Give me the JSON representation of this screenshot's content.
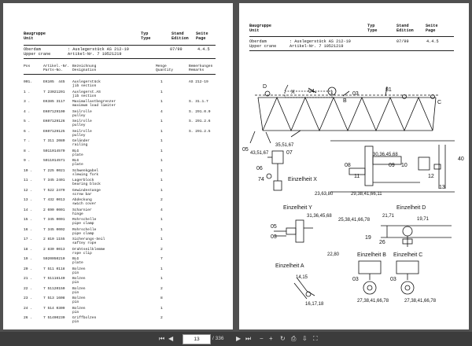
{
  "left_page": {
    "header": {
      "col1": "Baugruppe\nUnit",
      "col2": "Typ\nType",
      "col3": "Stand\nEdition",
      "col4": "Seite\nPage",
      "sub_left": "Oberdam\nUpper crane",
      "sub_mid": ": Auslegerstück AS 212-19\nArtikel-Nr. 7 10521219",
      "edition": "07/99",
      "page": "4.4.5"
    },
    "columns": {
      "pos": "Pos",
      "art": "Artikel.-Nr.\nParts-No.",
      "desig": "Bezeichnung\nDesignation",
      "qty": "Menge\nQuantity",
      "rem": "Bemerkungen\nRemarks"
    },
    "rows": [
      {
        "pos": "001.",
        "art": "EK105  445",
        "desig": "Auslegerstück\njib section",
        "qty": "1",
        "rem": "AS 212-19"
      },
      {
        "pos": "1 .",
        "art": "7 23021201",
        "desig": "Auslegerst.AS\njib section",
        "qty": "1",
        "rem": ""
      },
      {
        "pos": "3 .",
        "art": "EK385 3117",
        "desig": "Maximallastbegrenzer\nmaximum load limiter",
        "qty": "1",
        "rem": "S. 31.1.7"
      },
      {
        "pos": "4 .",
        "art": "EK07129100",
        "desig": "Seilrolle\npulley",
        "qty": "4",
        "rem": "S. 291.0.0"
      },
      {
        "pos": "5 .",
        "art": "EK07129126",
        "desig": "Seilrolle\npulley",
        "qty": "1",
        "rem": "S. 291.2.6"
      },
      {
        "pos": "6 .",
        "art": "EK07129125",
        "desig": "Seilrolle\npulley",
        "qty": "1",
        "rem": "S. 291.2.5"
      },
      {
        "pos": "7 .",
        "art": "7 311 2080",
        "desig": "Geländer\nrailing",
        "qty": "1",
        "rem": ""
      },
      {
        "pos": "8 .",
        "art": "5011014570",
        "desig": "BLG\nplate",
        "qty": "1",
        "rem": ""
      },
      {
        "pos": "9 .",
        "art": "5011014571",
        "desig": "BLG\nplate",
        "qty": "1",
        "rem": ""
      },
      {
        "pos": "10 .",
        "art": "7 225 0021",
        "desig": "Schwenkgabel\nslewing fork",
        "qty": "1",
        "rem": ""
      },
      {
        "pos": "11 .",
        "art": "7 345 2401",
        "desig": "Lagerblock\nbearing block",
        "qty": "1",
        "rem": ""
      },
      {
        "pos": "12 .",
        "art": "7 522 2479",
        "desig": "Gewindestange\nscrew bar",
        "qty": "1",
        "rem": ""
      },
      {
        "pos": "13 .",
        "art": "7 432 0013",
        "desig": "Abdeckung\nswich cover",
        "qty": "2",
        "rem": ""
      },
      {
        "pos": "14 .",
        "art": "2 690 0001",
        "desig": "Scharnier\nhinge",
        "qty": "4",
        "rem": ""
      },
      {
        "pos": "15 .",
        "art": "7 345 0001",
        "desig": "Rohrschelle\npipe clamp",
        "qty": "1",
        "rem": ""
      },
      {
        "pos": "16 .",
        "art": "7 345 0002",
        "desig": "Rohrschelle\npipe clamp",
        "qty": "1",
        "rem": ""
      },
      {
        "pos": "17 .",
        "art": "2 810 1155",
        "desig": "Sicherungs-Seil\nsaftey rope",
        "qty": "1",
        "rem": ""
      },
      {
        "pos": "18 .",
        "art": "2 830 0013",
        "desig": "Drahtseilklemme\nrope clip",
        "qty": "2",
        "rem": ""
      },
      {
        "pos": "19 .",
        "art": "5020050210",
        "desig": "BLG\nplate",
        "qty": "7",
        "rem": ""
      },
      {
        "pos": "20 .",
        "art": "7 511 0118",
        "desig": "Bolzen\npin",
        "qty": "1",
        "rem": ""
      },
      {
        "pos": "21 .",
        "art": "7 51116140",
        "desig": "Bolzen\npin",
        "qty": "1",
        "rem": ""
      },
      {
        "pos": "22 .",
        "art": "7 51120150",
        "desig": "Bolzen\npin",
        "qty": "2",
        "rem": ""
      },
      {
        "pos": "23 .",
        "art": "7 513 1608",
        "desig": "Bolzen\npin",
        "qty": "8",
        "rem": ""
      },
      {
        "pos": "24 .",
        "art": "7 514 0309",
        "desig": "Bolzen\npin",
        "qty": "1",
        "rem": ""
      },
      {
        "pos": "26 .",
        "art": "7 51490230",
        "desig": "Griffbolzen\npin",
        "qty": "2",
        "rem": ""
      }
    ]
  },
  "right_page": {
    "header": {
      "col1": "Baugruppe\nUnit",
      "col2": "Typ\nType",
      "col3": "Stand\nEdition",
      "col4": "Seite\nPage",
      "sub_left": "Oberdam\nUpper crane",
      "sub_mid": ": Auslegerstück AS 212-19\nArtikel-Nr. 7 10521219",
      "edition": "07/99",
      "page": "4.4.5"
    },
    "drawing_labels": {
      "D": "D",
      "X": "X",
      "n04": "04",
      "n1": "1",
      "n03": "03",
      "n81": "81",
      "B": "B",
      "C": "C",
      "n05a": "05",
      "c1": "43,51,67",
      "c2": "35,51,67",
      "n06": "06",
      "n07": "07",
      "c3": "30,36,45,68",
      "n40": "40",
      "n74": "74",
      "detX": "Einzelheit X",
      "n08": "08",
      "n09": "09",
      "n10": "10",
      "n12": "12",
      "n11": "11",
      "c4": "23,63,80",
      "c5": "29,38,41,66,11",
      "n13": "13",
      "detY": "Einzelheit Y",
      "detD": "Einzelheit D",
      "c6": "31,36,45,68",
      "c7": "25,38,41,66,78",
      "c8": "21,71",
      "n05b": "05",
      "n03b": "03",
      "n19": "19",
      "c9": "19,71",
      "n26": "26",
      "c10": "22,80",
      "detB": "Einzelheit B",
      "detC": "Einzelheit C",
      "detA": "Einzelheit A",
      "c11": "14,15",
      "c12": "16,17,18",
      "n03c": "03",
      "n03d": "03",
      "c13": "27,38,41,66,78",
      "c14": "27,38,41,66,78"
    }
  },
  "viewer": {
    "page_current": "13",
    "page_total": "/ 336",
    "icons": [
      "first-page-icon",
      "prev-page-icon",
      "next-page-icon",
      "last-page-icon",
      "zoom-out-icon",
      "zoom-in-icon",
      "rotate-icon",
      "print-icon",
      "download-icon",
      "fullscreen-icon"
    ]
  }
}
